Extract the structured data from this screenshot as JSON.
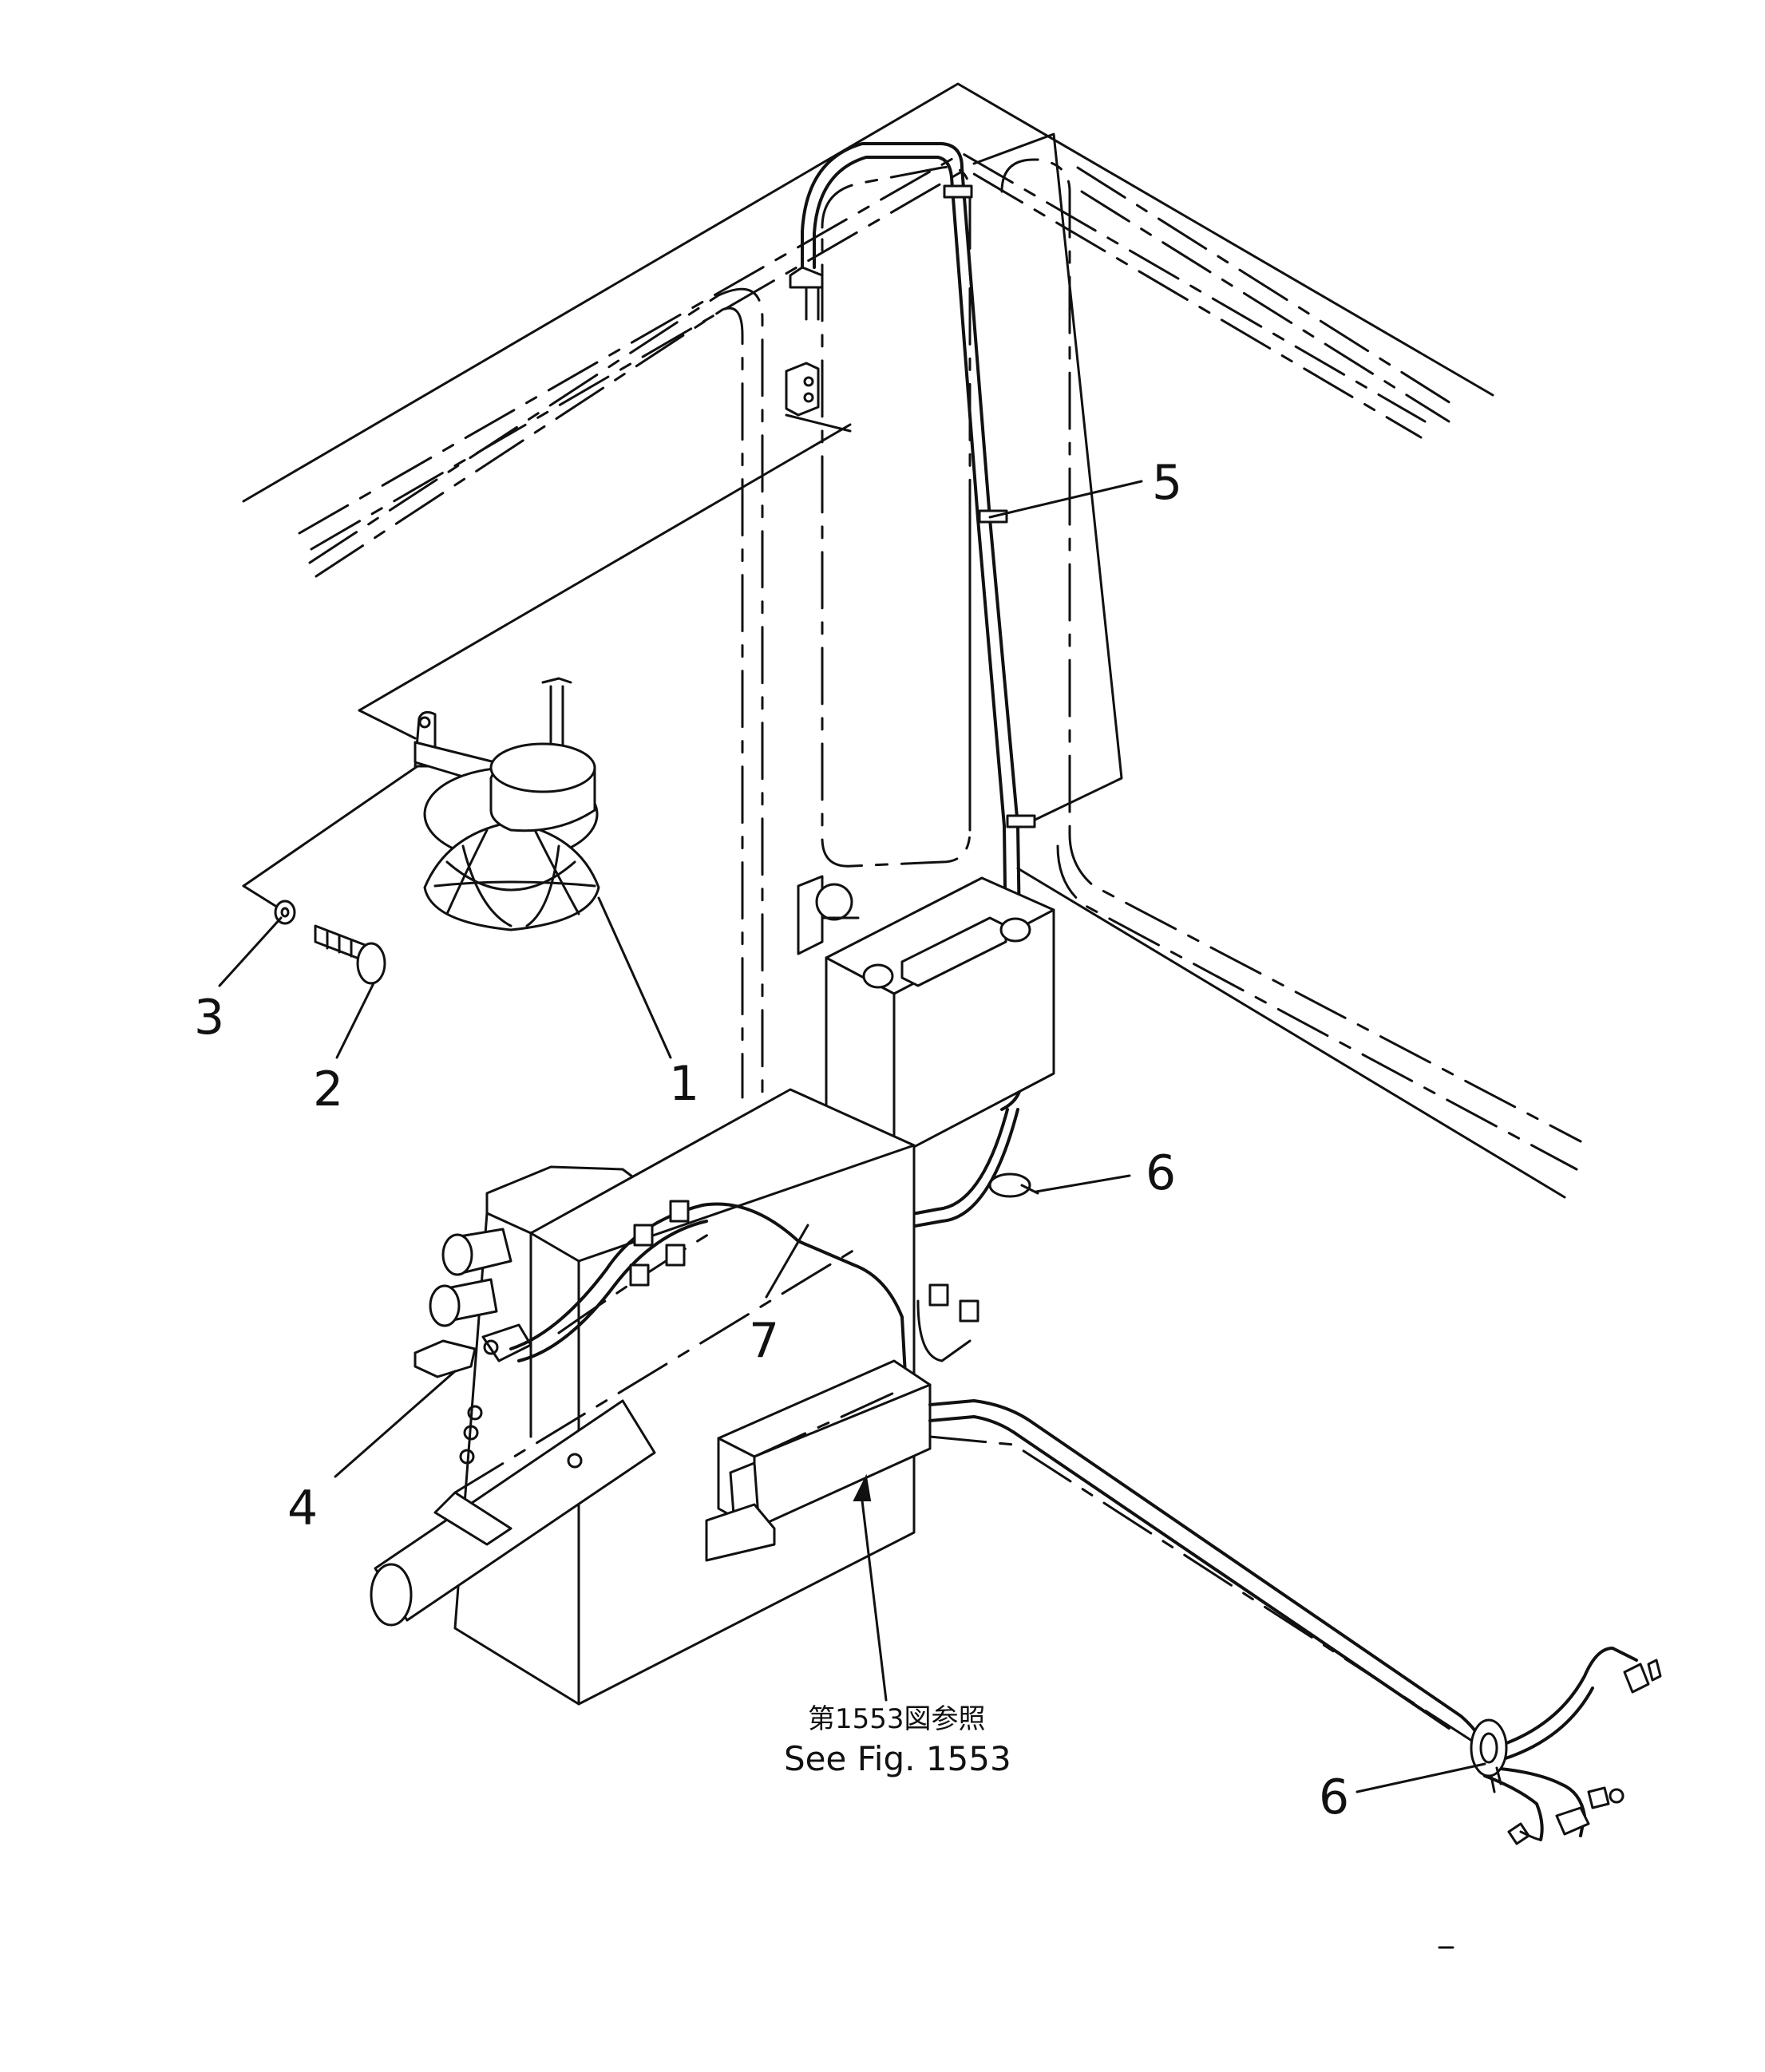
{
  "callouts": [
    "1",
    "2",
    "3",
    "4",
    "5",
    "6",
    "6",
    "7"
  ],
  "reference": {
    "japanese": "第1553図参照",
    "english": "See Fig. 1553"
  }
}
